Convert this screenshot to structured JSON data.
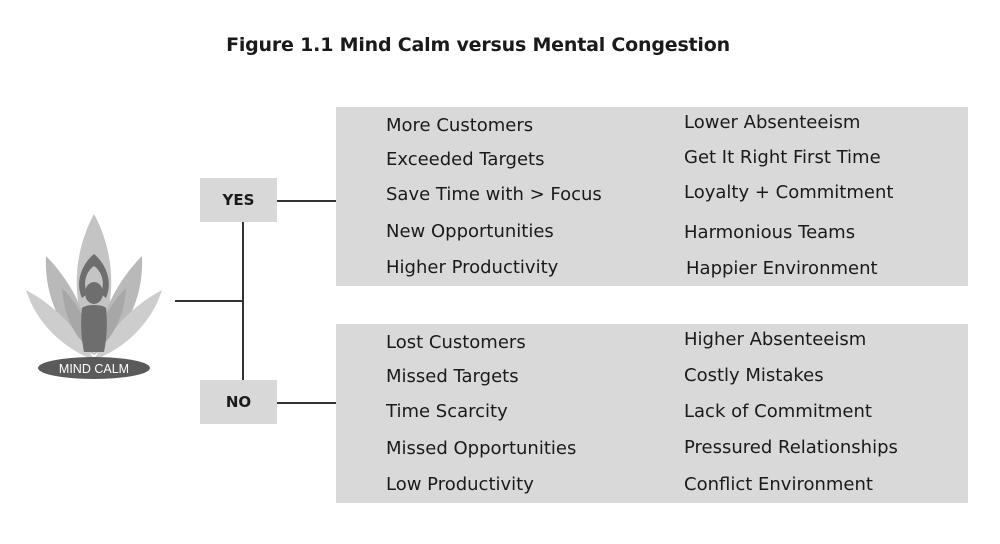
{
  "title": "Figure 1.1 Mind Calm versus Mental Congestion",
  "logo": {
    "icon": "meditation-lotus-icon",
    "label": "MIND CALM"
  },
  "yes": {
    "label": "YES",
    "left": [
      "More Customers",
      "Exceeded Targets",
      "Save Time with > Focus",
      "New Opportunities",
      "Higher Productivity"
    ],
    "right": [
      "Lower Absenteeism",
      "Get It Right First Time",
      "Loyalty + Commitment",
      "Harmonious Teams",
      "Happier Environment"
    ]
  },
  "no": {
    "label": "NO",
    "left": [
      "Lost Customers",
      "Missed Targets",
      "Time Scarcity",
      "Missed Opportunities",
      "Low Productivity"
    ],
    "right": [
      "Higher Absenteeism",
      "Costly Mistakes",
      "Lack of Commitment",
      "Pressured Relationships",
      "Conflict Environment"
    ]
  }
}
